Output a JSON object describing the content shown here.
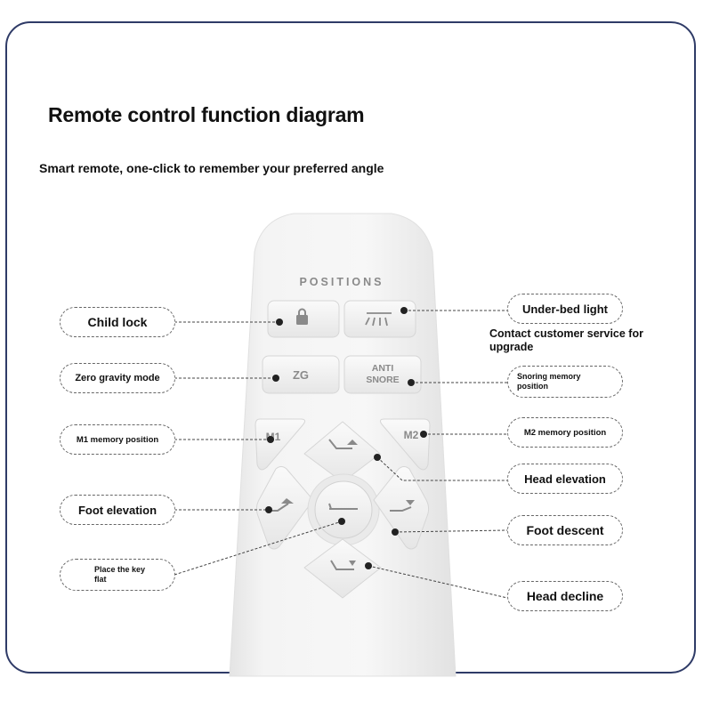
{
  "title": "Remote control function diagram",
  "subtitle": "Smart remote, one-click to remember your preferred angle",
  "remote": {
    "header": "POSITIONS",
    "zg": "ZG",
    "anti_line1": "ANTI",
    "anti_line2": "SNORE",
    "m1": "M1",
    "m2": "M2"
  },
  "labels": {
    "child_lock": "Child lock",
    "zero_gravity": "Zero gravity mode",
    "m1_memory": "M1 memory position",
    "foot_elevation": "Foot elevation",
    "place_flat_1": "Place the key",
    "place_flat_2": "flat",
    "under_bed_light": "Under-bed light",
    "contact_note": "Contact customer service for upgrade",
    "snoring_1": "Snoring memory",
    "snoring_2": "position",
    "m2_memory": "M2 memory position",
    "head_elevation": "Head elevation",
    "foot_descent": "Foot descent",
    "head_decline": "Head decline"
  },
  "colors": {
    "frame": "#2f3b67",
    "remote_body": "#f3f3f3",
    "button_text": "#8a8a8a"
  }
}
